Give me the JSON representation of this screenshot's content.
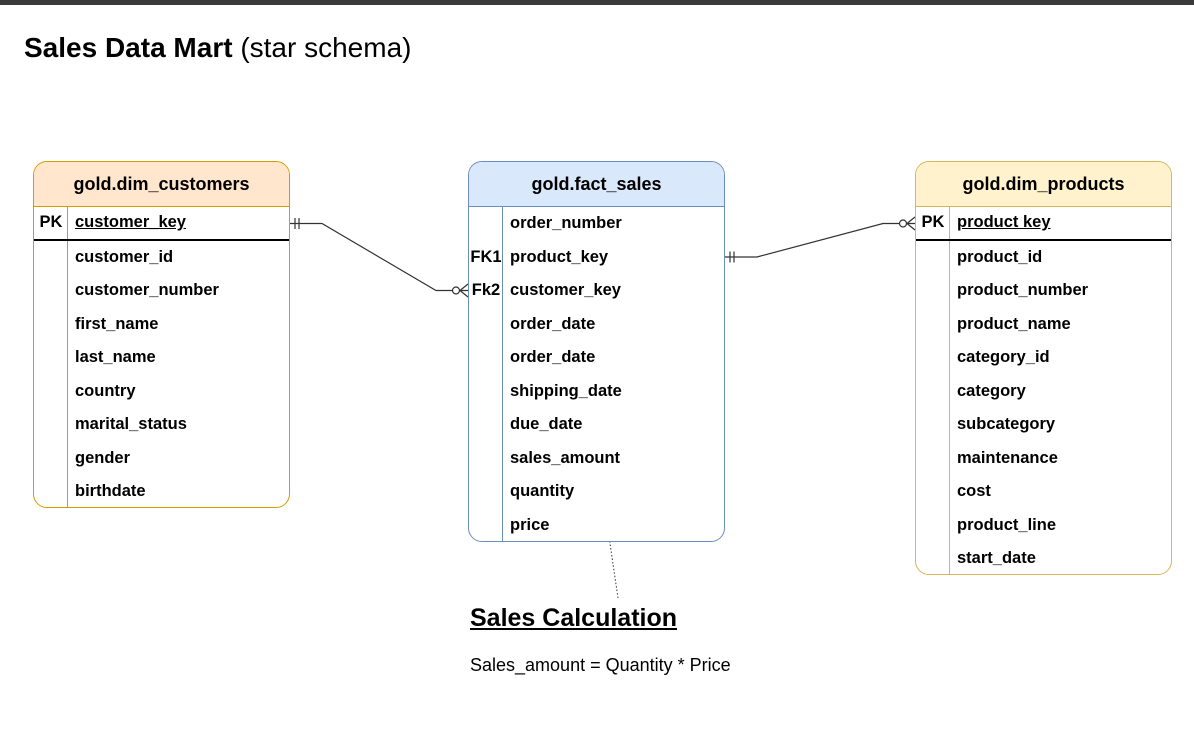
{
  "title": {
    "strong": "Sales Data Mart",
    "light": "(star schema)"
  },
  "colors": {
    "customers_header": "#ffe6cc",
    "customers_border": "#d79b00",
    "fact_header": "#dae8fc",
    "fact_border": "#6c8ebf",
    "products_header": "#fff2cc",
    "products_border": "#d6b656"
  },
  "tables": {
    "customers": {
      "name": "gold.dim_customers",
      "rows": [
        {
          "key": "PK",
          "column": "customer_key"
        },
        {
          "key": "",
          "column": "customer_id"
        },
        {
          "key": "",
          "column": "customer_number"
        },
        {
          "key": "",
          "column": "first_name"
        },
        {
          "key": "",
          "column": "last_name"
        },
        {
          "key": "",
          "column": "country"
        },
        {
          "key": "",
          "column": "marital_status"
        },
        {
          "key": "",
          "column": "gender"
        },
        {
          "key": "",
          "column": "birthdate"
        }
      ]
    },
    "fact": {
      "name": "gold.fact_sales",
      "rows": [
        {
          "key": "",
          "column": "order_number"
        },
        {
          "key": "FK1",
          "column": "product_key"
        },
        {
          "key": "Fk2",
          "column": "customer_key"
        },
        {
          "key": "",
          "column": "order_date"
        },
        {
          "key": "",
          "column": "order_date"
        },
        {
          "key": "",
          "column": "shipping_date"
        },
        {
          "key": "",
          "column": "due_date"
        },
        {
          "key": "",
          "column": "sales_amount"
        },
        {
          "key": "",
          "column": "quantity"
        },
        {
          "key": "",
          "column": "price"
        }
      ]
    },
    "products": {
      "name": "gold.dim_products",
      "rows": [
        {
          "key": "PK",
          "column": "product key"
        },
        {
          "key": "",
          "column": "product_id"
        },
        {
          "key": "",
          "column": "product_number"
        },
        {
          "key": "",
          "column": "product_name"
        },
        {
          "key": "",
          "column": "category_id"
        },
        {
          "key": "",
          "column": "category"
        },
        {
          "key": "",
          "column": "subcategory"
        },
        {
          "key": "",
          "column": "maintenance"
        },
        {
          "key": "",
          "column": "cost"
        },
        {
          "key": "",
          "column": "product_line"
        },
        {
          "key": "",
          "column": "start_date"
        }
      ]
    }
  },
  "relationships": [
    {
      "from": "customers.customer_key",
      "to": "fact.customer_key",
      "from_end": "one-mandatory",
      "to_end": "zero-or-many"
    },
    {
      "from": "fact.product_key",
      "to": "products.product_key",
      "from_end": "one-mandatory",
      "to_end": "zero-or-many"
    }
  ],
  "calc": {
    "title": "Sales Calculation",
    "formula": "Sales_amount = Quantity * Price"
  }
}
